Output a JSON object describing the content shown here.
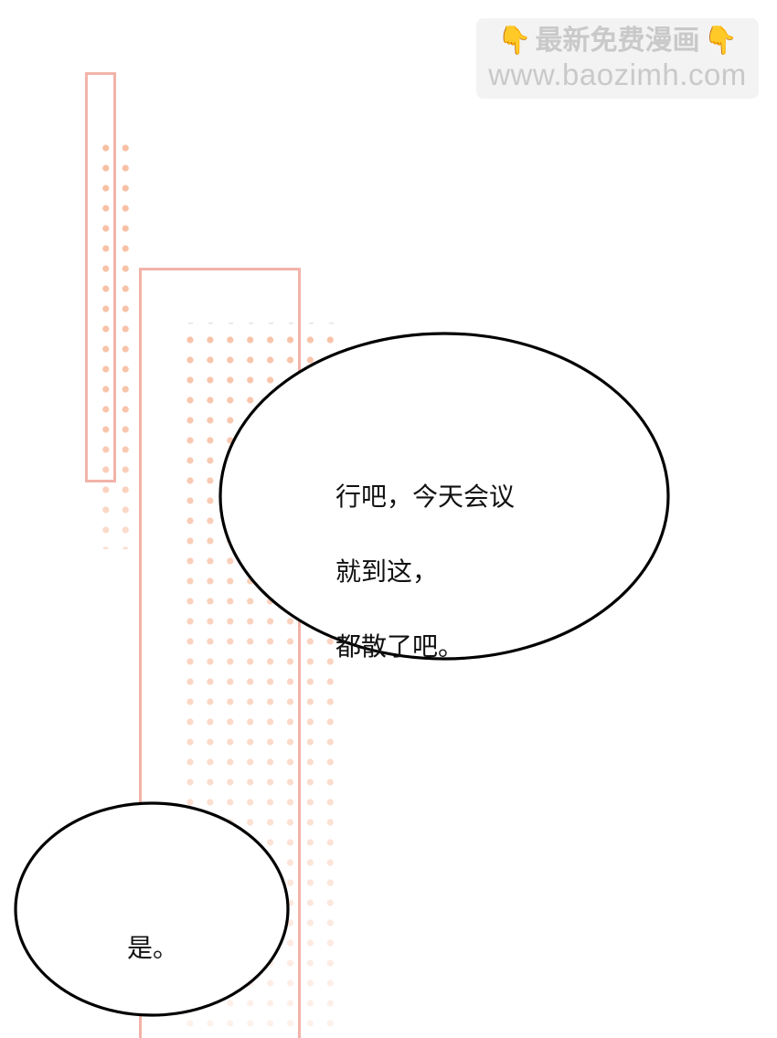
{
  "watermark": {
    "line1": "最新免费漫画",
    "line2": "www.baozimh.com",
    "left_icon": "👇",
    "right_icon": "👇"
  },
  "panel": {
    "frame_color": "#f2b5aa",
    "dot_color": "#f8c0a6",
    "bubble_outline": "#000000"
  },
  "bubbles": [
    {
      "id": "boss-speech",
      "lines": [
        "行吧，今天会议",
        "就到这，",
        "都散了吧。"
      ]
    },
    {
      "id": "reply-speech",
      "lines": [
        "是。"
      ]
    }
  ]
}
